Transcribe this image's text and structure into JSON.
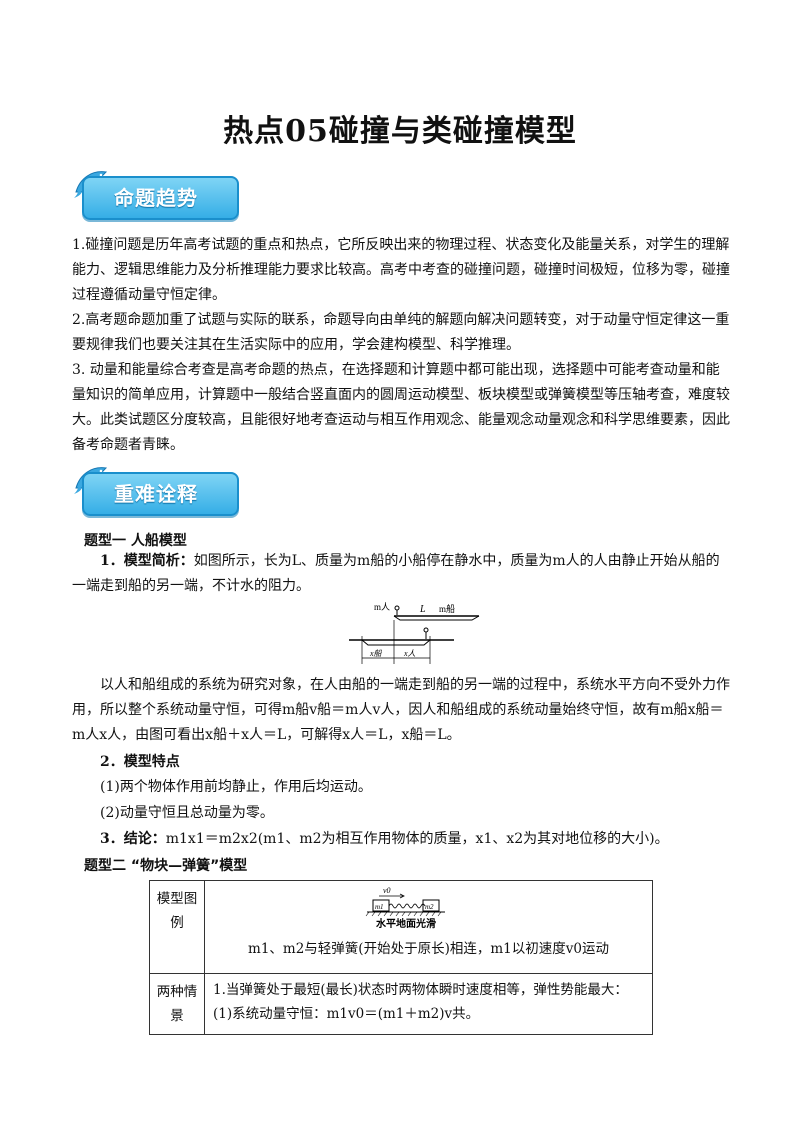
{
  "title": "热点05碰撞与类碰撞模型",
  "badges": {
    "trend": "命题趋势",
    "key": "重难诠释"
  },
  "trend_paragraphs": [
    "1.碰撞问题是历年高考试题的重点和热点，它所反映出来的物理过程、状态变化及能量关系，对学生的理解能力、逻辑思维能力及分析推理能力要求比较高。高考中考查的碰撞问题，碰撞时间极短，位移为零，碰撞过程遵循动量守恒定律。",
    "2.高考题命题加重了试题与实际的联系，命题导向由单纯的解题向解决问题转变，对于动量守恒定律这一重要规律我们也要关注其在生活实际中的应用，学会建构模型、科学推理。",
    "3. 动量和能量综合考查是高考命题的热点，在选择题和计算题中都可能出现，选择题中可能考查动量和能量知识的简单应用，计算题中一般结合竖直面内的圆周运动模型、板块模型或弹簧模型等压轴考查，难度较大。此类试题区分度较高，且能很好地考查运动与相互作用观念、能量观念动量观念和科学思维要素，因此备考命题者青睐。"
  ],
  "type1": {
    "heading": "题型一 人船模型",
    "analysis_label": "1．模型简析：",
    "analysis": "如图所示，长为L、质量为m船的小船停在静水中，质量为m人的人由静止开始从船的一端走到船的另一端，不计水的阻力。",
    "fig_labels": [
      "m人",
      "L",
      "m船",
      "x船",
      "x人"
    ],
    "explain": "以人和船组成的系统为研究对象，在人由船的一端走到船的另一端的过程中，系统水平方向不受外力作用，所以整个系统动量守恒，可得m船v船＝m人v人，因人和船组成的系统动量始终守恒，故有m船x船＝m人x人，由图可看出x船＋x人＝L，可解得x人＝L，x船＝L。",
    "features_label": "2．模型特点",
    "features": [
      "(1)两个物体作用前均静止，作用后均运动。",
      "(2)动量守恒且总动量为零。"
    ],
    "conclusion_label": "3．结论：",
    "conclusion": "m1x1＝m2x2(m1、m2为相互作用物体的质量，x1、x2为其对地位移的大小)。"
  },
  "type2": {
    "heading": "题型二 “物块—弹簧”模型",
    "rows": [
      {
        "label": "模型图例",
        "fig_labels": [
          "v0",
          "m1",
          "m2",
          "水平地面光滑"
        ],
        "text": "m1、m2与轻弹簧(开始处于原长)相连，m1以初速度v0运动"
      },
      {
        "label": "两种情景",
        "lines": [
          "1.当弹簧处于最短(最长)状态时两物体瞬时速度相等，弹性势能最大：",
          "(1)系统动量守恒：m1v0＝(m1＋m2)v共。"
        ]
      }
    ]
  }
}
